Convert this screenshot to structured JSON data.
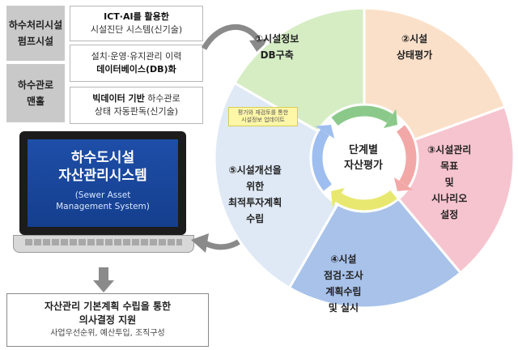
{
  "left_panel": {
    "target_sewage": "하수처리시설\n펌프시설",
    "target_pipe": "하수관로\n맨홀",
    "ict": {
      "line1": "ICT·AI를 활용한",
      "line2": "시설진단 시스템(신기술)"
    },
    "db": {
      "line1": "설치·운영·유지관리 이력",
      "line2": "데이터베이스(DB)화"
    },
    "bigdata": {
      "line1_bold": "빅데이터 기반",
      "line1_rest": " 하수관로",
      "line2": "상태 자동판독(신기술)"
    }
  },
  "laptop": {
    "title1": "하수도시설",
    "title2": "자산관리시스템",
    "subtitle1": "(Sewer Asset",
    "subtitle2": "Management System)"
  },
  "bottom": {
    "title1": "자산관리 기본계획 수립을 통한",
    "title2": "의사결정 지원",
    "sub": "사업우선순위, 예산투입, 조직구성"
  },
  "cycle": {
    "center": "단계별\n자산평가",
    "note": "평가와 재검토를 통한\n시설정보 업데이트",
    "steps": [
      {
        "id": "step1",
        "label": "①시설정보\nDB구축",
        "color": "#d6edc4"
      },
      {
        "id": "step2",
        "label": "②시설\n상태평가",
        "color": "#fbe0c9"
      },
      {
        "id": "step3",
        "label": "③시설관리\n목표\n및\n시나리오\n설정",
        "color": "#f6c4cf"
      },
      {
        "id": "step4",
        "label": "④시설\n점검·조사\n계획수립\n및 실시",
        "color": "#a8c2ea"
      },
      {
        "id": "step5",
        "label": "⑤시설개선을\n위한\n최적투자계획\n수립",
        "color": "#dfe9f5"
      }
    ],
    "arrow_colors": [
      "#8bc98a",
      "#f3a8a8",
      "#e8e870",
      "#9fbef0"
    ]
  }
}
